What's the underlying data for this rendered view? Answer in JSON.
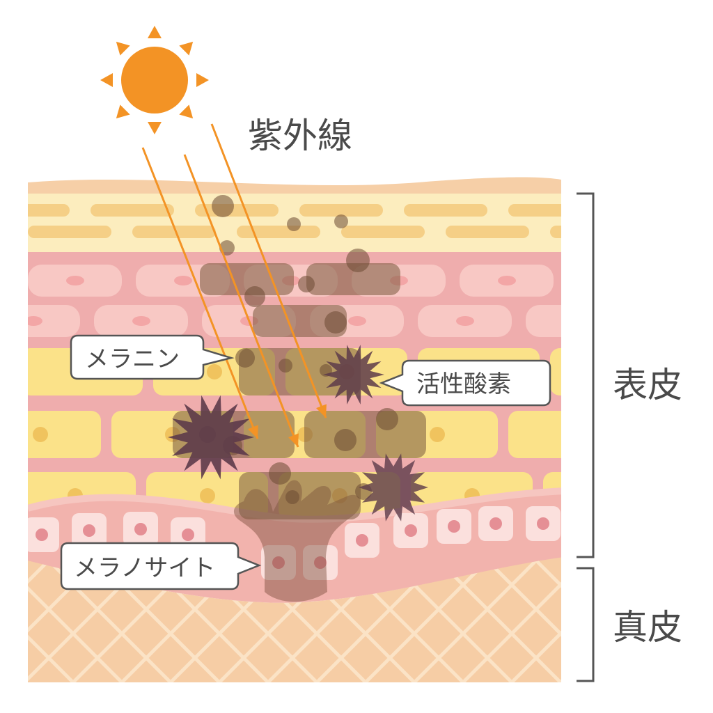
{
  "labels": {
    "uv": "紫外線",
    "epidermis": "表皮",
    "dermis": "真皮",
    "melanin": "メラニン",
    "ros": "活性酸素",
    "melanocyte": "メラノサイト"
  },
  "colors": {
    "sun": "#f39325",
    "uv_arrow": "#f39325",
    "surface": "#f6cfa7",
    "stratum_corneum": "#fcedbe",
    "granular_cell": "#f5cf86",
    "spinous_bg": "#efadad",
    "spinous_cell": "#f8c8c4",
    "basal_bg": "#f2b3ad",
    "yellow_cell": "#fbe289",
    "nucleus_pink": "#f3a6a6",
    "nucleus_yellow": "#f0c35e",
    "dermis": "#f6cda5",
    "dermis_lines": "#fbe3c6",
    "melanin_dot": "#6b4a33",
    "ros": "#5d3b4a",
    "bracket": "#555555"
  }
}
